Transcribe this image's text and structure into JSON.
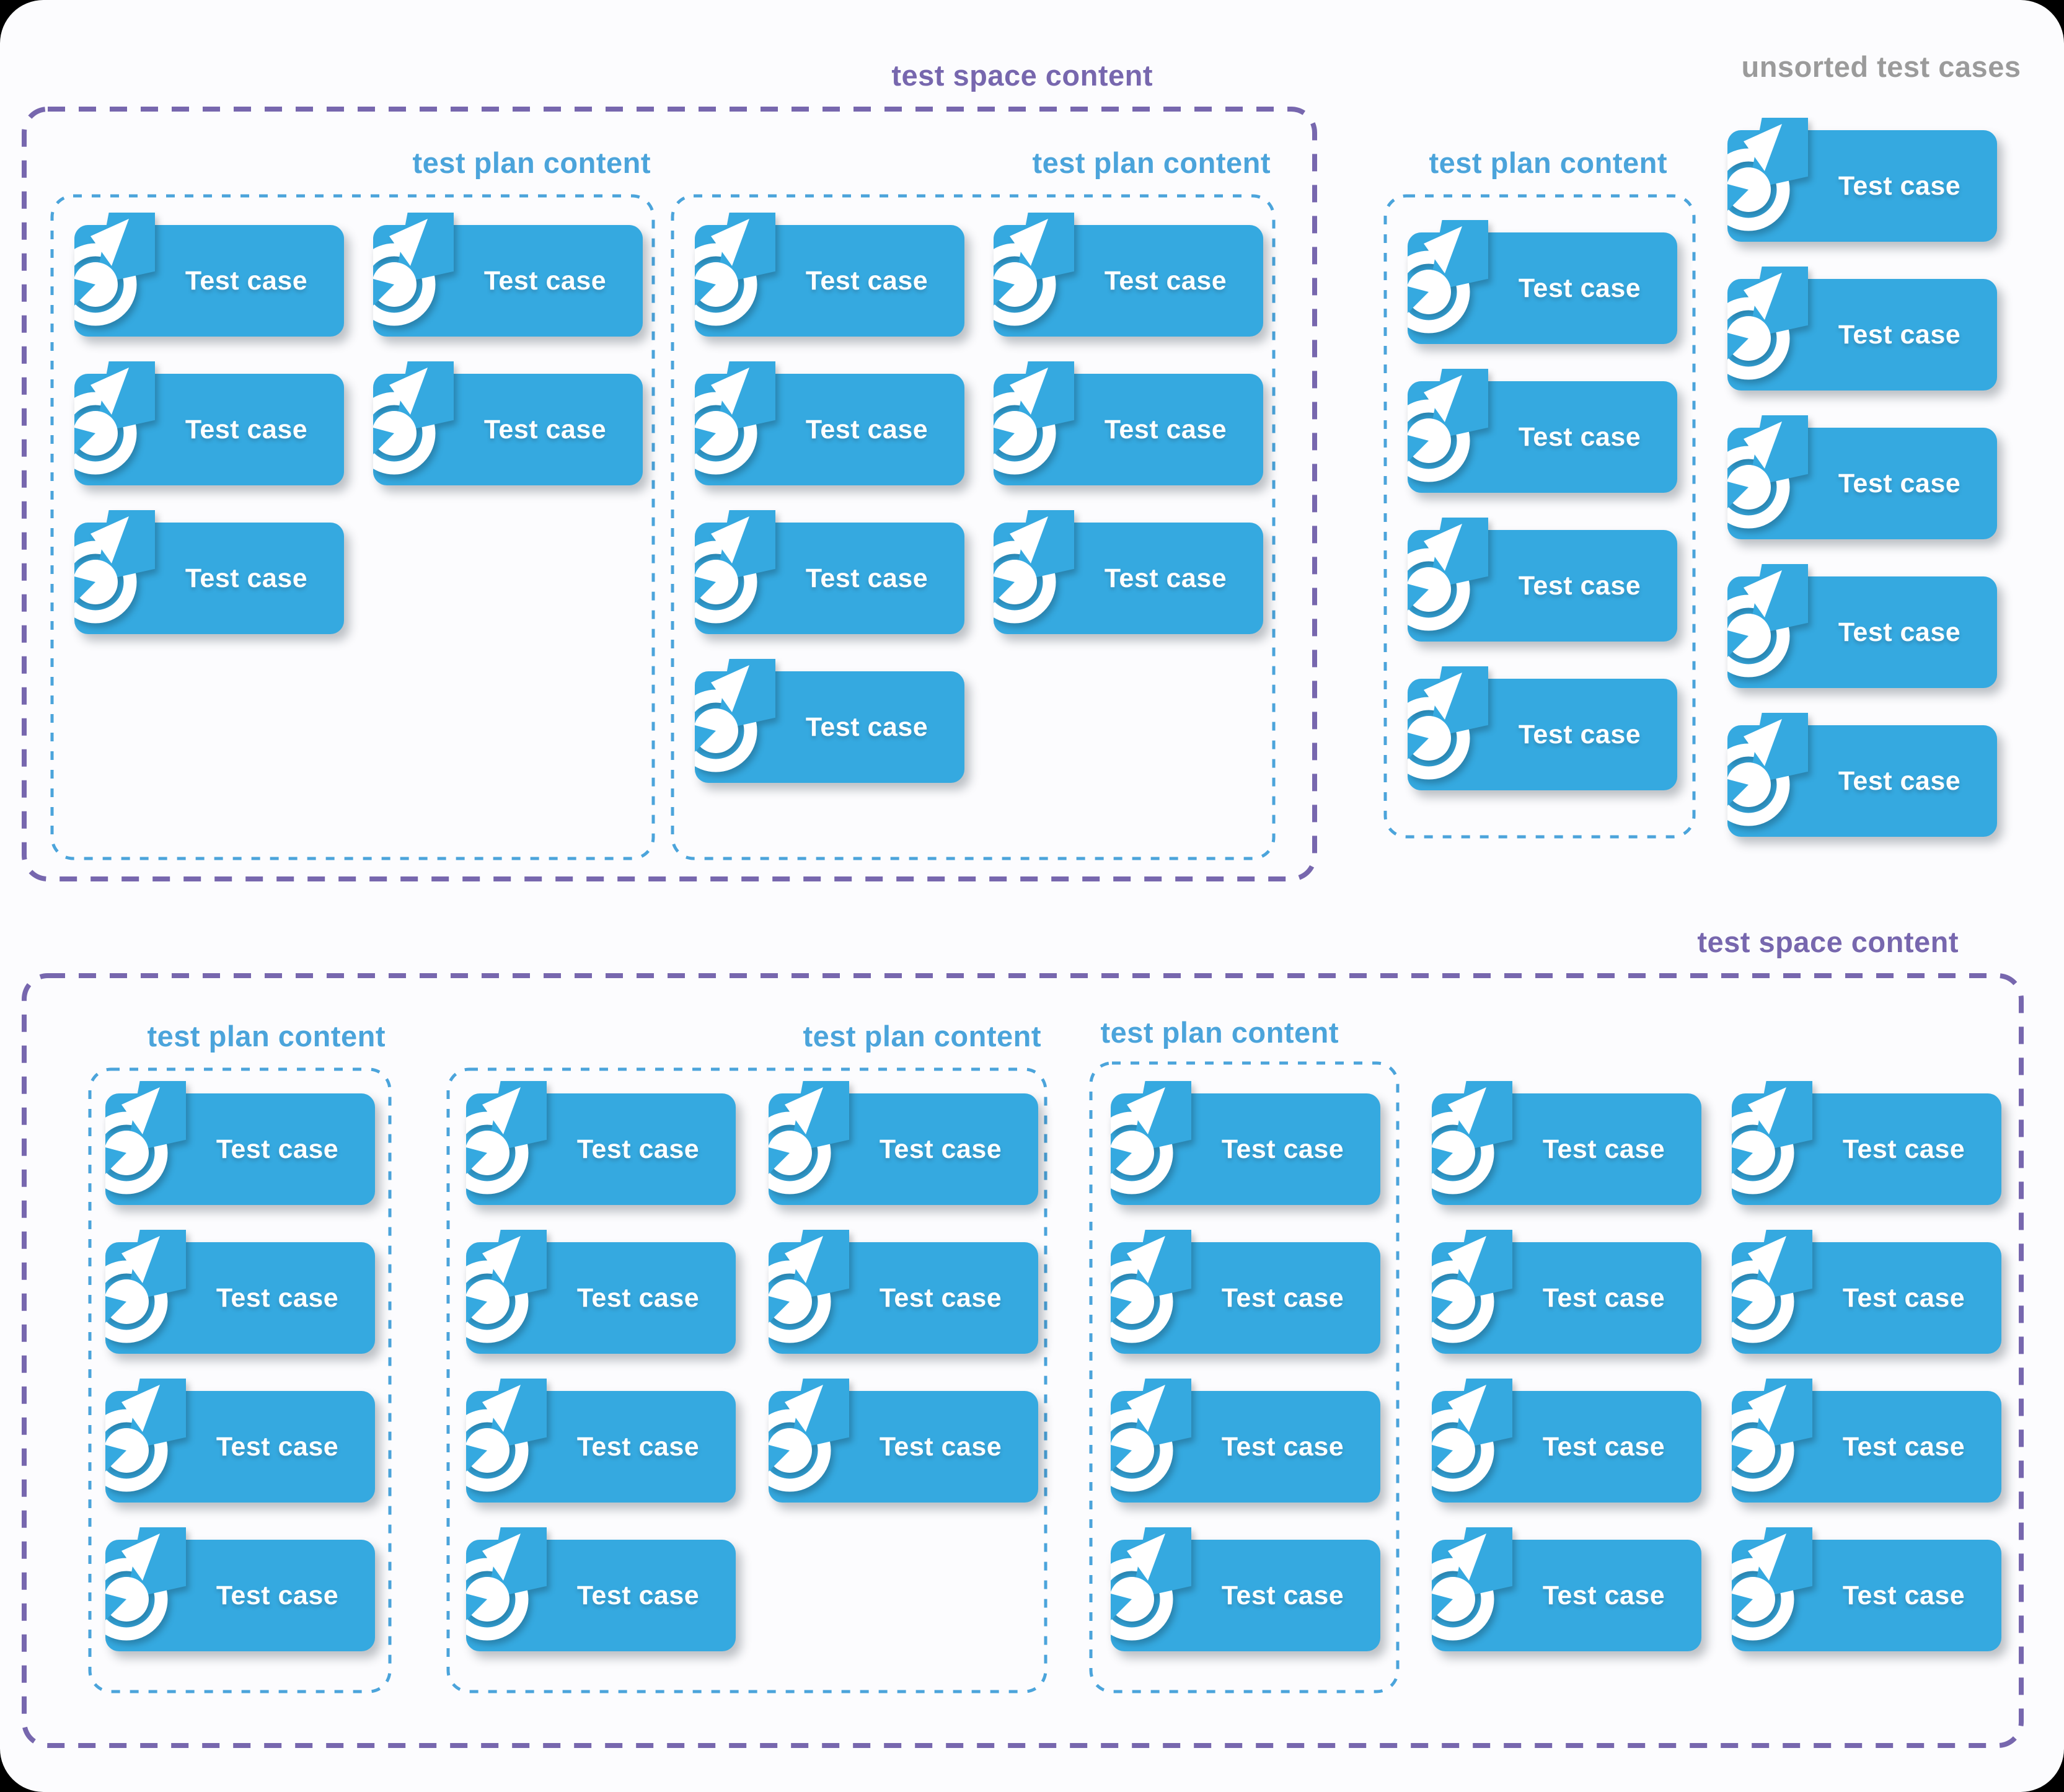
{
  "card_label": "Test case",
  "colors": {
    "card_blue": "#35A9E0",
    "plan_blue": "#4BA4DB",
    "space_purple": "#7767AE",
    "unsorted_gray": "#9B9B9B",
    "canvas_background": "#FCFCFE"
  },
  "top": {
    "space": {
      "label": "test space content",
      "plans": [
        {
          "label": "test plan content",
          "columns": [
            3,
            2
          ]
        },
        {
          "label": "test plan content",
          "columns": [
            4,
            3
          ]
        }
      ]
    },
    "plan_outside": {
      "label": "test plan content",
      "columns": [
        4
      ]
    },
    "unsorted": {
      "label": "unsorted test cases",
      "columns": [
        5
      ]
    }
  },
  "bottom": {
    "space": {
      "label": "test space content",
      "plans": [
        {
          "label": "test plan content",
          "columns": [
            4
          ]
        },
        {
          "label": "test plan content",
          "columns": [
            4,
            3
          ]
        },
        {
          "label": "test plan content",
          "columns": [
            4
          ]
        }
      ],
      "loose_columns": [
        4,
        4
      ]
    }
  }
}
